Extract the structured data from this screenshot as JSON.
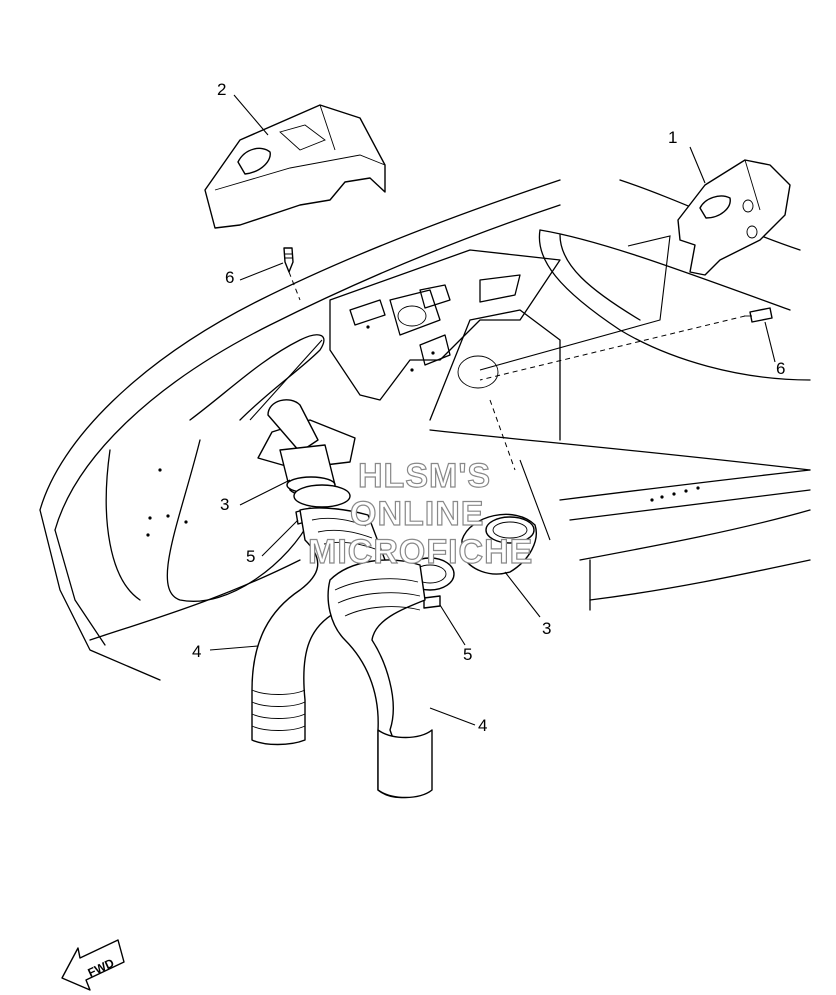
{
  "diagram": {
    "callouts": [
      {
        "id": "c1",
        "text": "1"
      },
      {
        "id": "c2",
        "text": "2"
      },
      {
        "id": "c3a",
        "text": "3"
      },
      {
        "id": "c3b",
        "text": "3"
      },
      {
        "id": "c4a",
        "text": "4"
      },
      {
        "id": "c4b",
        "text": "4"
      },
      {
        "id": "c5a",
        "text": "5"
      },
      {
        "id": "c5b",
        "text": "5"
      },
      {
        "id": "c6a",
        "text": "6"
      },
      {
        "id": "c6b",
        "text": "6"
      }
    ],
    "watermark": [
      "HLSM'S",
      "ONLINE",
      "MICROFICHE"
    ],
    "direction_label": "FWD"
  },
  "colors": {
    "ink": "#000000",
    "paper": "#ffffff",
    "watermark_outline": "#888888"
  }
}
